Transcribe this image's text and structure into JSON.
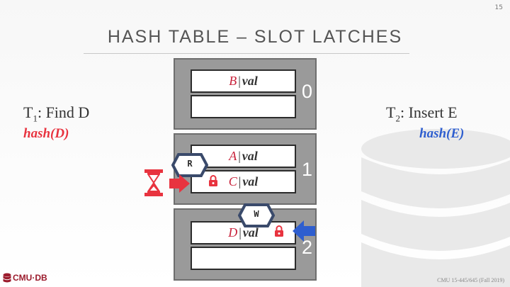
{
  "page_number": "15",
  "title": "HASH TABLE – SLOT LATCHES",
  "txn1": {
    "label_t": "T",
    "label_sub": "1",
    "label_rest": ": Find D",
    "hash": "hash(D)"
  },
  "txn2": {
    "label_t": "T",
    "label_sub": "2",
    "label_rest": ": Insert E",
    "hash": "hash(E)"
  },
  "buckets": [
    {
      "number": "0",
      "slots": [
        {
          "key": "B",
          "sep": "|",
          "val": "val"
        },
        {
          "key": "",
          "sep": "",
          "val": ""
        }
      ]
    },
    {
      "number": "1",
      "slots": [
        {
          "key": "A",
          "sep": "|",
          "val": "val"
        },
        {
          "key": "C",
          "sep": "|",
          "val": "val"
        }
      ]
    },
    {
      "number": "2",
      "slots": [
        {
          "key": "D",
          "sep": "|",
          "val": "val"
        },
        {
          "key": "",
          "sep": "",
          "val": ""
        }
      ]
    }
  ],
  "latches": {
    "read": "R",
    "write": "W"
  },
  "footer": {
    "logo": "CMU·DB",
    "course": "CMU 15-445/645 (Fall 2019)"
  },
  "colors": {
    "t1": "#e8333f",
    "t2": "#2e5ecf",
    "latch_border": "#3a4a6b",
    "bucket": "#9a9a9a"
  }
}
